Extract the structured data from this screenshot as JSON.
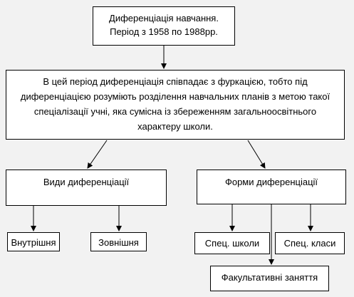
{
  "diagram": {
    "title_box": {
      "lines": [
        "Диференціація навчання.",
        "Період з 1958 по 1988рр."
      ]
    },
    "description_box": {
      "lines": [
        "В цей період диференціація співпадає з фуркацією, тобто під",
        "диференціацією розуміють розділення навчальних планів з метою такої",
        "спеціалізації учні, яка сумісна із збереженням загальноосвітнього",
        "характеру школи."
      ]
    },
    "types_box": {
      "label": "Види диференціації"
    },
    "forms_box": {
      "label": "Форми диференціації"
    },
    "internal_box": {
      "label": "Внутрішня"
    },
    "external_box": {
      "label": "Зовнішня"
    },
    "spec_schools_box": {
      "label": "Спец. школи"
    },
    "spec_classes_box": {
      "label": "Спец. класи"
    },
    "electives_box": {
      "label": "Факультативні заняття"
    },
    "colors": {
      "background": "#f2f2f2",
      "box_fill": "#ffffff",
      "stroke": "#000000"
    }
  }
}
